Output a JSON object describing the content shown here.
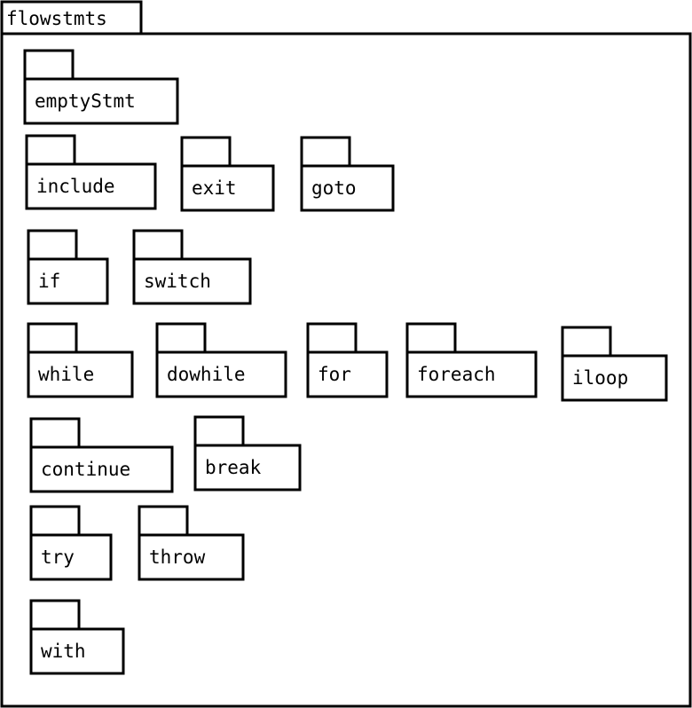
{
  "outer_package": {
    "name": "flowstmts"
  },
  "packages": [
    {
      "name": "emptyStmt"
    },
    {
      "name": "include"
    },
    {
      "name": "exit"
    },
    {
      "name": "goto"
    },
    {
      "name": "if"
    },
    {
      "name": "switch"
    },
    {
      "name": "while"
    },
    {
      "name": "dowhile"
    },
    {
      "name": "for"
    },
    {
      "name": "foreach"
    },
    {
      "name": "iloop"
    },
    {
      "name": "continue"
    },
    {
      "name": "break"
    },
    {
      "name": "try"
    },
    {
      "name": "throw"
    },
    {
      "name": "with"
    }
  ],
  "colors": {
    "line": "#000000",
    "background": "#ffffff"
  }
}
